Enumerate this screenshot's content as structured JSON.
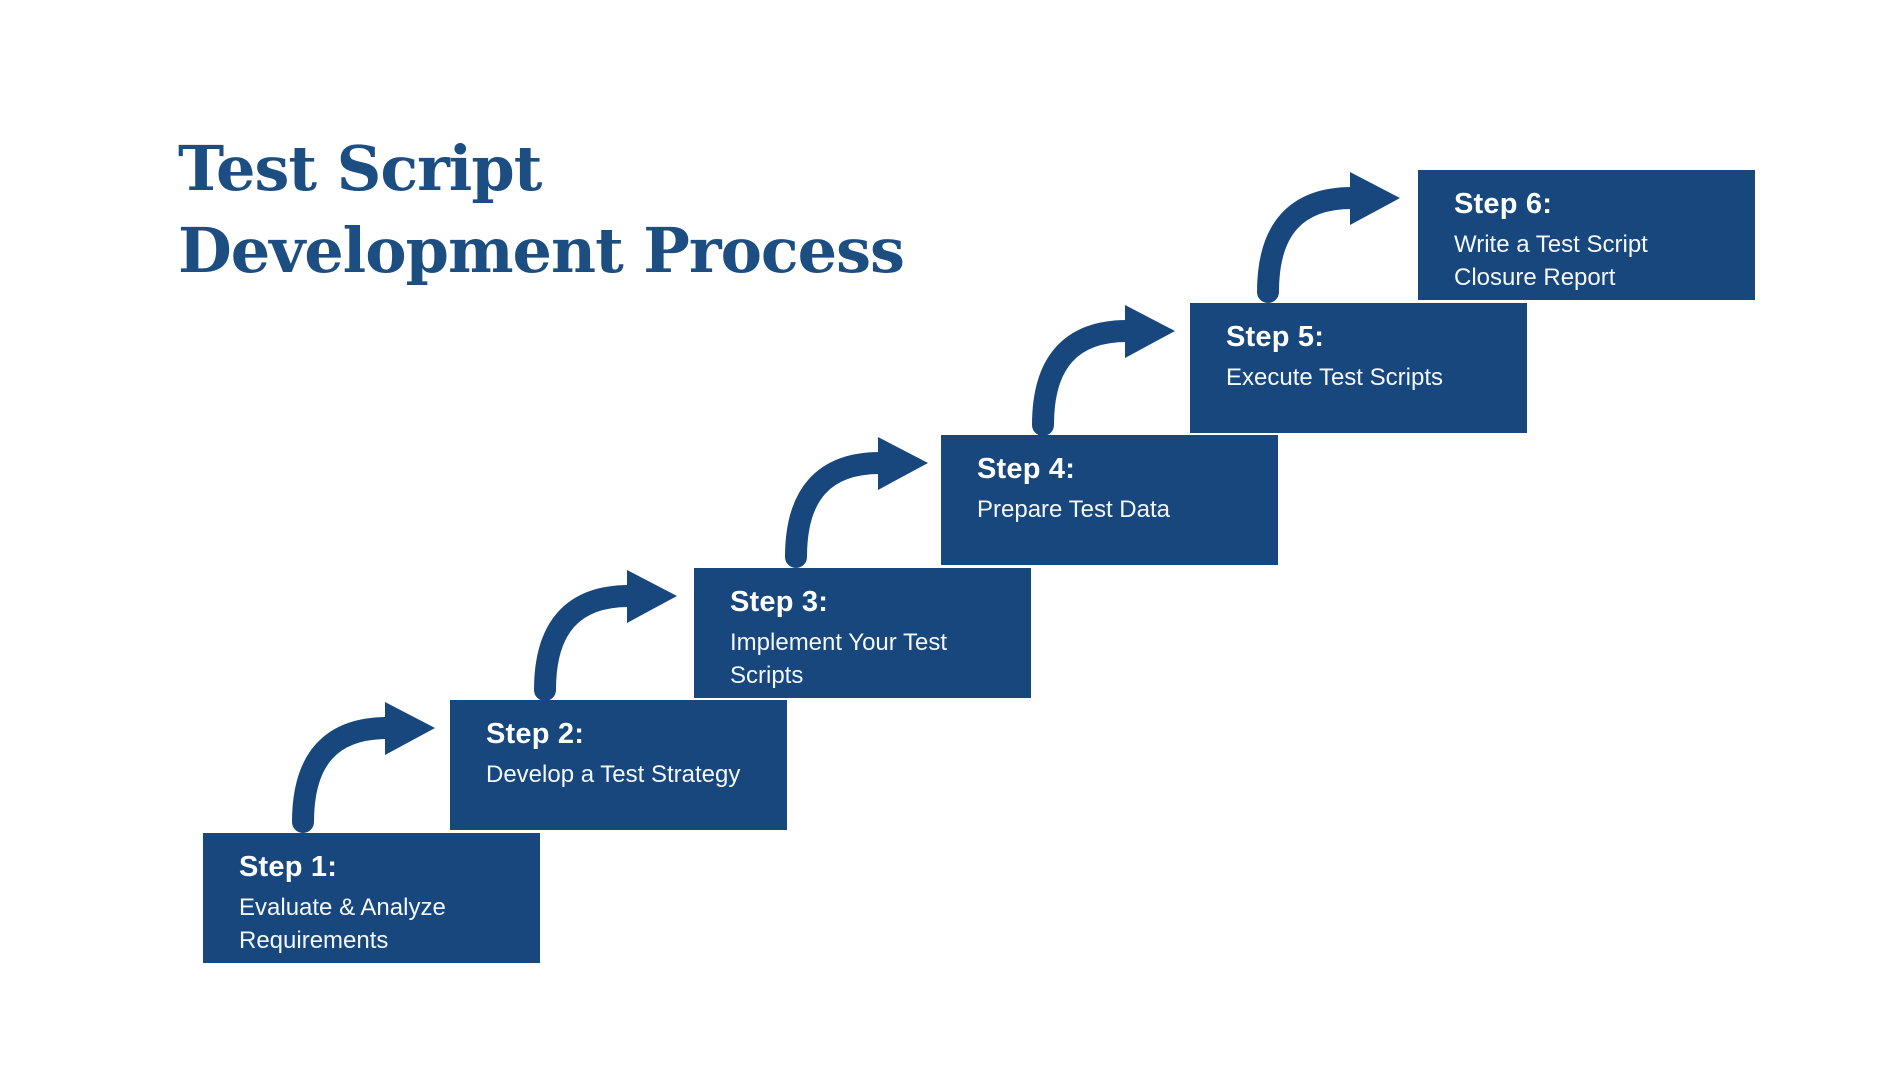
{
  "title": {
    "line1": "Test Script",
    "line2": "Development Process"
  },
  "steps": [
    {
      "heading": "Step 1:",
      "description": "Evaluate & Analyze Requirements"
    },
    {
      "heading": "Step 2:",
      "description": "Develop a Test Strategy"
    },
    {
      "heading": "Step 3:",
      "description": "Implement Your Test Scripts"
    },
    {
      "heading": "Step 4:",
      "description": "Prepare Test Data"
    },
    {
      "heading": "Step 5:",
      "description": "Execute Test Scripts"
    },
    {
      "heading": "Step 6:",
      "description": "Write a Test Script Closure Report"
    }
  ],
  "icons": [
    {
      "name": "curved-arrow-icon",
      "meaning": "flow from one step up to the next"
    }
  ],
  "colors": {
    "background": "#ffffff",
    "box": "#17477d",
    "arrow": "#17477d",
    "title": "#1d4e82",
    "step_text": "#ffffff"
  }
}
